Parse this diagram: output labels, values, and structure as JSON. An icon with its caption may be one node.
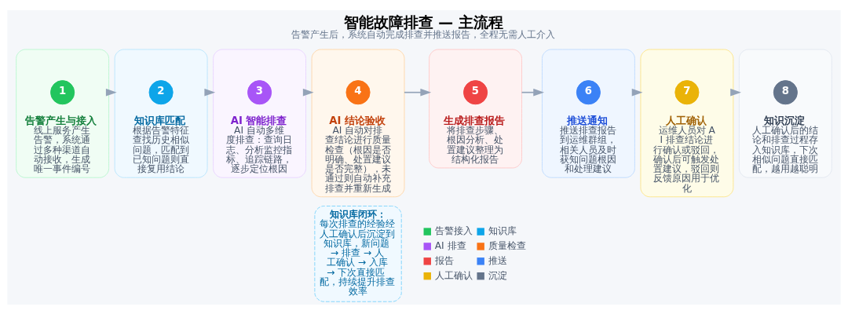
{
  "diagram": {
    "title": "智能故障排查 — 主流程",
    "caption": "告警产生后，系统自动完成排查并推送报告，全程无需人工介入",
    "nodes": [
      {
        "text": [
          "告警产生与接入",
          "线上服务产生告警，系统通过多种渠道自动接收，生成唯一事件编号"
        ]
      },
      {
        "text": [
          "1"
        ],
        "in": 0
      },
      {
        "text": [
          "知识库匹配",
          "根据告警特征查找历史相似问题，匹配到已知问题则直接复用结论"
        ]
      },
      {
        "text": [
          "2"
        ],
        "in": 2
      },
      {
        "text": [
          "AI 智能排查",
          "AI 自动多维度排查：查询日志、分析监控指标、追踪链路，逐步定位根因"
        ]
      },
      {
        "text": [
          "3"
        ],
        "in": 4
      },
      {
        "text": [
          "AI 结论验收",
          "AI 自动对排查结论进行质量检查（根因是否明确、处置建议是否完整），未通过则自动补充排查并重新生成"
        ]
      },
      {
        "text": [
          "4"
        ],
        "in": 6
      },
      {
        "text": [
          "生成排查报告",
          "将排查步骤、根因分析、处置建议整理为结构化报告"
        ]
      },
      {
        "text": [
          "5"
        ],
        "in": 8
      },
      {
        "text": [
          "推送通知",
          "推送排查报告到运维群组，相关人员及时获知问题根因和处理建议"
        ]
      },
      {
        "text": [
          "6"
        ],
        "in": 10
      },
      {
        "text": [
          "人工确认",
          "运维人员对 AI 排查结论进行确认或驳回，确认后可触发处置建议，驳回则反馈原因用于优化"
        ]
      },
      {
        "text": [
          "7"
        ],
        "in": 12
      },
      {
        "text": [
          "知识沉淀",
          "人工确认后的结论和排查过程存入知识库，下次相似问题直接匹配，越用越聪明"
        ]
      },
      {
        "text": [
          "8"
        ],
        "in": 14
      },
      {
        "text": [
          "知识库闭环：",
          "每次排查的经验经人工确认后沉淀到知识库，新问题 → 排查 → 人工确认 → 入库 → 下次直接匹配，持续提升排查效率"
        ]
      }
    ],
    "edges": [
      {
        "from": 0,
        "to": 2,
        "arrow": "to"
      },
      {
        "from": 2,
        "to": 4,
        "arrow": "to"
      },
      {
        "from": 4,
        "to": 6,
        "arrow": "to"
      },
      {
        "from": 6,
        "to": 8,
        "arrow": "to"
      },
      {
        "from": 8,
        "to": 10,
        "arrow": "to"
      },
      {
        "from": 10,
        "to": 12,
        "arrow": "to"
      },
      {
        "from": 12,
        "to": 14,
        "arrow": "to"
      }
    ],
    "legend": [
      {
        "text": "告警接入",
        "color": "#22c55e"
      },
      {
        "text": "知识库",
        "color": "#0ea5e9"
      },
      {
        "text": "AI 排查",
        "color": "#a855f7"
      },
      {
        "text": "质量检查",
        "color": "#f97316"
      },
      {
        "text": "报告",
        "color": "#ef4444"
      },
      {
        "text": "推送",
        "color": "#3b82f6"
      },
      {
        "text": "人工确认",
        "color": "#eab308"
      },
      {
        "text": "沉淀",
        "color": "#64748b"
      }
    ]
  }
}
